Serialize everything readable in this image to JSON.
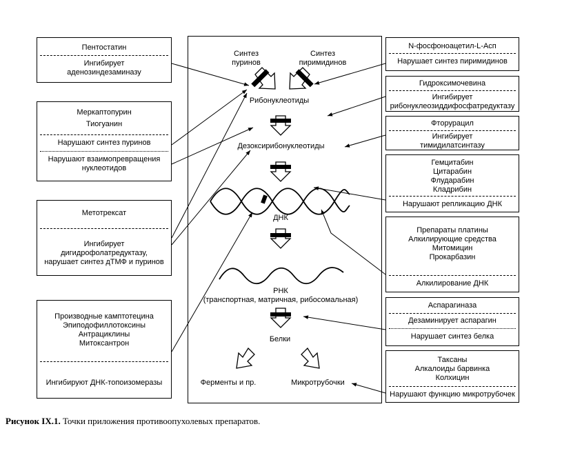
{
  "center": {
    "synth_purine": [
      "Синтез",
      "пуринов"
    ],
    "synth_pyrimidine": [
      "Синтез",
      "пиримидинов"
    ],
    "ribonucleotides": "Рибонуклеотиды",
    "deoxyribonucleotides": "Дезоксирибонуклеотиды",
    "dna": "ДНК",
    "rna": "РНК",
    "rna_types": "(транспортная, матричная, рибосомальная)",
    "proteins": "Белки",
    "enzymes": "Ферменты и пр.",
    "microtubules": "Микротрубочки"
  },
  "left_boxes": [
    {
      "drugs": [
        "Пентостатин"
      ],
      "effects": [
        [
          "Ингибирует",
          "аденозиндезаминазу"
        ]
      ]
    },
    {
      "drugs": [
        "Меркаптопурин",
        "Тиогуанин"
      ],
      "effects": [
        [
          "Нарушают синтез пуринов"
        ],
        [
          "Нарушают взаимопревращения",
          "нуклеотидов"
        ]
      ]
    },
    {
      "drugs": [
        "Метотрексат"
      ],
      "effects": [
        [
          "Ингибирует",
          "дигидрофолатредуктазу,",
          "нарушает синтез дТМФ и пуринов"
        ]
      ]
    },
    {
      "drugs": [
        "Производные камптотецина",
        "Эпиподофиллотоксины",
        "Антрациклины",
        "Митоксантрон"
      ],
      "effects": [
        [
          "Ингибируют ДНК-топоизомеразы"
        ]
      ]
    }
  ],
  "right_boxes": [
    {
      "drugs": [
        "N-фосфоноацетил-L-Асп"
      ],
      "effects": [
        [
          "Нарушает синтез пиримидинов"
        ]
      ]
    },
    {
      "drugs": [
        "Гидроксимочевина"
      ],
      "effects": [
        [
          "Ингибирует",
          "рибонуклеозиддифосфатредуктазу"
        ]
      ]
    },
    {
      "drugs": [
        "Фторурацил"
      ],
      "effects": [
        [
          "Ингибирует",
          "тимидилатсинтазу"
        ]
      ]
    },
    {
      "drugs": [
        "Гемцитабин",
        "Цитарабин",
        "Флударабин",
        "Кладрибин"
      ],
      "effects": [
        [
          "Нарушают репликацию ДНК"
        ]
      ]
    },
    {
      "drugs": [
        "Препараты платины",
        "Алкилирующие средства",
        "Митомицин",
        "Прокарбазин"
      ],
      "effects": [
        [
          "Алкилирование ДНК"
        ]
      ]
    },
    {
      "drugs": [
        "Аспарагиназа"
      ],
      "effects": [
        [
          "Дезаминирует аспарагин"
        ],
        [
          "Нарушает синтез белка"
        ]
      ]
    },
    {
      "drugs": [
        "Таксаны",
        "Алкалоиды барвинка",
        "Колхицин"
      ],
      "effects": [
        [
          "Нарушают функцию микротрубочек"
        ]
      ]
    }
  ],
  "caption": {
    "label": "Рисунок IX.1.",
    "text": " Точки приложения противоопухолевых препаратов."
  }
}
